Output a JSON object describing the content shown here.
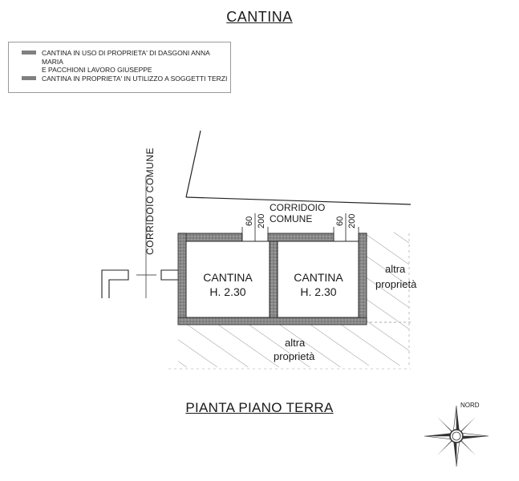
{
  "title": "CANTINA",
  "legend": {
    "item1_line1": "CANTINA IN USO DI PROPRIETA' DI DASGONI ANNA MARIA",
    "item1_line2": "E PACCHIONI LAVORO GIUSEPPE",
    "item2": "CANTINA IN PROPRIETA' IN UTILIZZO A SOGGETTI TERZI",
    "swatch_color": "#808080"
  },
  "plan": {
    "corridor_vertical": "CORRIDOIO COMUNE",
    "corridor_top_line1": "CORRIDOIO",
    "corridor_top_line2": "COMUNE",
    "door_dims": [
      "60",
      "200"
    ],
    "rooms": [
      {
        "name": "CANTINA",
        "height": "H. 2.30"
      },
      {
        "name": "CANTINA",
        "height": "H. 2.30"
      }
    ],
    "other_right_line1": "altra",
    "other_right_line2": "proprietà",
    "other_bottom_line1": "altra",
    "other_bottom_line2": "proprietà"
  },
  "floor_title": "PIANTA PIANO TERRA",
  "compass_label": "NORD"
}
